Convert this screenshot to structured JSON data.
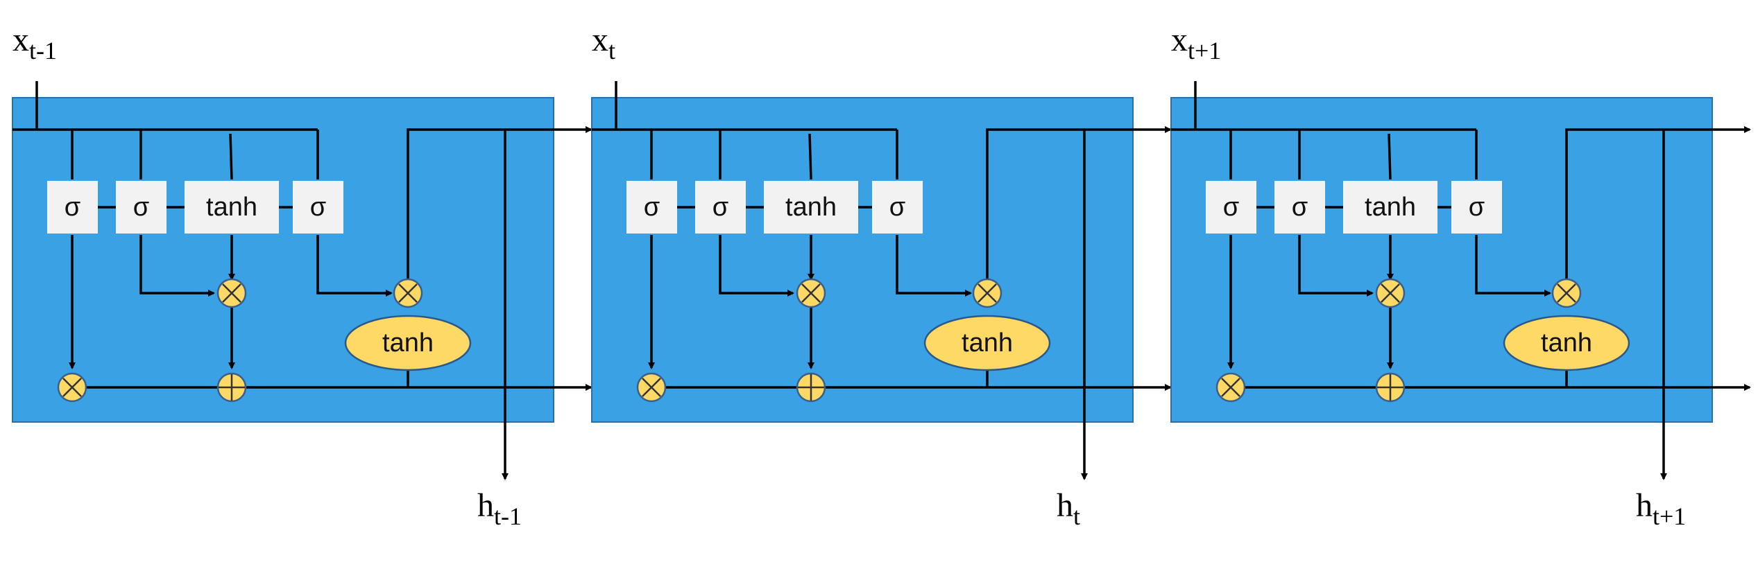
{
  "diagram": {
    "type": "LSTM cell chain",
    "colors": {
      "cell_fill": "#3aa1e4",
      "gate_fill": "#f2f2f2",
      "operator_fill": "#ffd966",
      "wire": "#000000"
    },
    "cells": [
      {
        "input_label": {
          "base": "x",
          "sub": "t-1"
        },
        "output_label": {
          "base": "h",
          "sub": "t-1"
        },
        "gates": [
          "σ",
          "σ",
          "tanh",
          "σ"
        ],
        "cell_activation": "tanh"
      },
      {
        "input_label": {
          "base": "x",
          "sub": "t"
        },
        "output_label": {
          "base": "h",
          "sub": "t"
        },
        "gates": [
          "σ",
          "σ",
          "tanh",
          "σ"
        ],
        "cell_activation": "tanh"
      },
      {
        "input_label": {
          "base": "x",
          "sub": "t+1"
        },
        "output_label": {
          "base": "h",
          "sub": "t+1"
        },
        "gates": [
          "σ",
          "σ",
          "tanh",
          "σ"
        ],
        "cell_activation": "tanh"
      }
    ]
  }
}
